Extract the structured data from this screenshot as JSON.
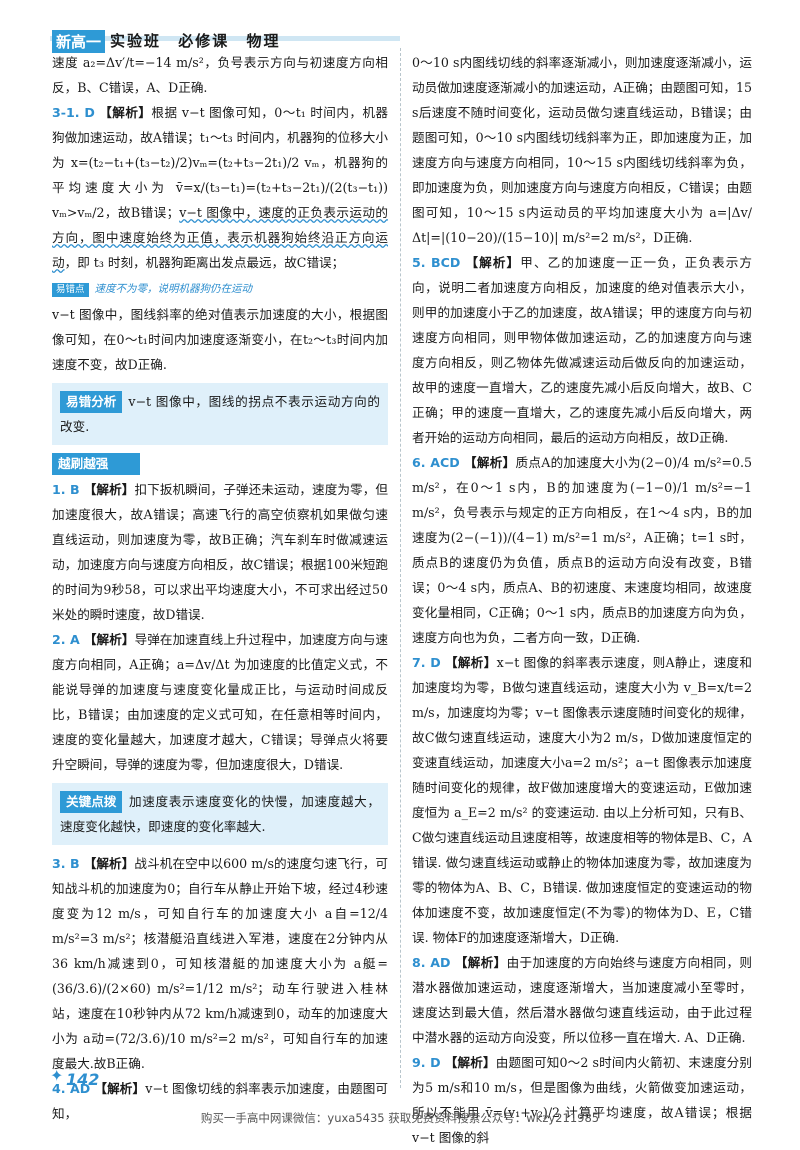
{
  "header": {
    "tag": "新高一",
    "text": "实验班 必修课 物理"
  },
  "left": {
    "p1": "速度 a₂=Δv′/t=−14 m/s²，负号表示方向与初速度方向相反，B、C错误，A、D正确.",
    "q31_num": "3-1. D",
    "q31_tag": "【解析】",
    "q31_a": "根据 v−t 图像可知，0～t₁ 时间内，机器狗做加速运动，故A错误；t₁～t₃ 时间内，机器狗的位移大小为 x=(t₂−t₁+(t₃−t₂)/2)vₘ=(t₂+t₃−2t₁)/2 vₘ，机器狗的平均速度大小为 v̄=x/(t₃−t₁)=(t₂+t₃−2t₁)/(2(t₃−t₁)) vₘ>vₘ/2，故B错误；",
    "q31_ul": "v−t 图像中，速度的正负表示运动的方向，图中速度始终为正值，表示机器狗始终沿正方向运动",
    "q31_b": "，即 t₃ 时刻，机器狗距离出发点最远，故C错误；",
    "hint_badge": "易错点",
    "hint_text": "速度不为零，说明机器狗仍在运动",
    "q31_c": "v−t 图像中，图线斜率的绝对值表示加速度的大小，根据图像可知，在0～t₁时间内加速度逐渐变小，在t₂～t₃时间内加速度不变，故D正确.",
    "box1_label": "易错分析",
    "box1_text": "v−t 图像中，图线的拐点不表示运动方向的改变.",
    "section": "越刷越强",
    "q1_num": "1. B",
    "q1_text": "扣下扳机瞬间，子弹还未运动，速度为零，但加速度很大，故A错误；高速飞行的高空侦察机如果做匀速直线运动，则加速度为零，故B正确；汽车刹车时做减速运动，加速度方向与速度方向相反，故C错误；根据100米短跑的时间为9秒58，可以求出平均速度大小，不可求出经过50米处的瞬时速度，故D错误.",
    "q2_num": "2. A",
    "q2_text": "导弹在加速直线上升过程中，加速度方向与速度方向相同，A正确；a=Δv/Δt 为加速度的比值定义式，不能说导弹的加速度与速度变化量成正比，与运动时间成反比，B错误；由加速度的定义式可知，在任意相等时间内，速度的变化量越大，加速度才越大，C错误；导弹点火将要升空瞬间，导弹的速度为零，但加速度很大，D错误.",
    "box2_label": "关键点拨",
    "box2_text": "加速度表示速度变化的快慢，加速度越大，速度变化越快，即速度的变化率越大.",
    "q3_num": "3. B",
    "q3_text": "战斗机在空中以600 m/s的速度匀速飞行，可知战斗机的加速度为0；自行车从静止开始下坡，经过4秒速度变为12 m/s，可知自行车的加速度大小 a自=12/4 m/s²=3 m/s²；核潜艇沿直线进入军港，速度在2分钟内从36 km/h减速到0，可知核潜艇的加速度大小为 a艇=(36/3.6)/(2×60) m/s²=1/12 m/s²；动车行驶进入桂林站，速度在10秒钟内从72 km/h减速到0，动车的加速度大小为 a动=(72/3.6)/10 m/s²=2 m/s²，可知自行车的加速度最大.故B正确.",
    "q4_num": "4. AD",
    "q4_text": "v−t 图像切线的斜率表示加速度，由题图可知，"
  },
  "right": {
    "p0": "0～10 s内图线切线的斜率逐渐减小，则加速度逐渐减小，运动员做加速度逐渐减小的加速运动，A正确；由题图可知，15 s后速度不随时间变化，运动员做匀速直线运动，B错误；由题图可知，0～10 s内图线切线斜率为正，即加速度为正，加速度方向与速度方向相同，10～15 s内图线切线斜率为负，即加速度为负，则加速度方向与速度方向相反，C错误；由题图可知，10～15 s内运动员的平均加速度大小为 a=|Δv/Δt|=|(10−20)/(15−10)| m/s²=2 m/s²，D正确.",
    "q5_num": "5. BCD",
    "q5_text": "甲、乙的加速度一正一负，正负表示方向，说明二者加速度方向相反，加速度的绝对值表示大小，则甲的加速度小于乙的加速度，故A错误；甲的速度方向与初速度方向相同，则甲物体做加速运动，乙的加速度方向与速度方向相反，则乙物体先做减速运动后做反向的加速运动，故甲的速度一直增大，乙的速度先减小后反向增大，故B、C正确；甲的速度一直增大，乙的速度先减小后反向增大，两者开始的运动方向相同，最后的运动方向相反，故D正确.",
    "q6_num": "6. ACD",
    "q6_text": "质点A的加速度大小为(2−0)/4 m/s²=0.5 m/s²，在0～1 s内，B的加速度为(−1−0)/1 m/s²=−1 m/s²，负号表示与规定的正方向相反，在1～4 s内，B的加速度为(2−(−1))/(4−1) m/s²=1 m/s²，A正确；t=1 s时，质点B的速度仍为负值，质点B的运动方向没有改变，B错误；0～4 s内，质点A、B的初速度、末速度均相同，故速度变化量相同，C正确；0～1 s内，质点B的加速度方向为负，速度方向也为负，二者方向一致，D正确.",
    "q7_num": "7. D",
    "q7_text": "x−t 图像的斜率表示速度，则A静止，速度和加速度均为零，B做匀速直线运动，速度大小为 v_B=x/t=2 m/s，加速度均为零；v−t 图像表示速度随时间变化的规律，故C做匀速直线运动，速度大小为2 m/s，D做加速度恒定的变速直线运动，加速度大小a=2 m/s²；a−t 图像表示加速度随时间变化的规律，故F做加速度增大的变速运动，E做加速度恒为 a_E=2 m/s² 的变速运动. 由以上分析可知，只有B、C做匀速直线运动且速度相等，故速度相等的物体是B、C，A错误. 做匀速直线运动或静止的物体加速度为零，故加速度为零的物体为A、B、C，B错误. 做加速度恒定的变速运动的物体加速度不变，故加速度恒定(不为零)的物体为D、E，C错误. 物体F的加速度逐渐增大，D正确.",
    "q8_num": "8. AD",
    "q8_text": "由于加速度的方向始终与速度方向相同，则潜水器做加速运动，速度逐渐增大，当加速度减小至零时，速度达到最大值，然后潜水器做匀速直线运动，由于此过程中潜水器的运动方向没变，所以位移一直在增大. A、D正确.",
    "q9_num": "9. D",
    "q9_text": "由题图可知0～2 s时间内火箭初、末速度分别为5 m/s和10 m/s，但是图像为曲线，火箭做变加速运动，所以不能用 v̄=(v₁+v₂)/2 计算平均速度，故A错误；根据 v−t 图像的斜"
  },
  "page_number": "142",
  "footer": "购买一手高中网课微信：yuxa5435    获取免费资料搜索公众号：wkzy211985"
}
